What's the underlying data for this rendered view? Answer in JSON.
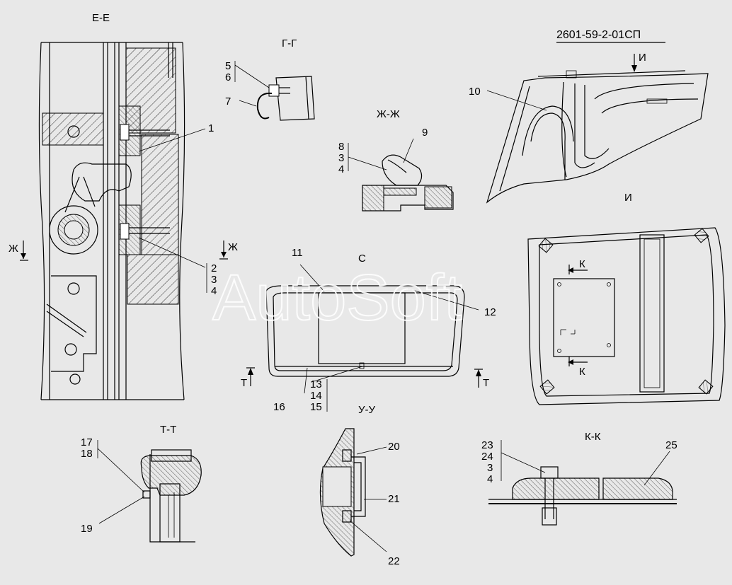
{
  "document_code": "2601-59-2-01СП",
  "watermark": "AutoSoft",
  "views": {
    "ee": "Е-Е",
    "gg": "Г-Г",
    "zhzh": "Ж-Ж",
    "c": "С",
    "i": "И",
    "tt": "Т-Т",
    "uu": "У-У",
    "kk": "К-К"
  },
  "section_markers": {
    "zh_left": "Ж",
    "zh_right": "Ж",
    "t_left": "Т",
    "t_right": "Т",
    "i_arrow": "И",
    "k_top": "К",
    "k_bottom": "К"
  },
  "callouts": {
    "c1": "1",
    "c2": "2",
    "c3a": "3",
    "c4a": "4",
    "c5": "5",
    "c6": "6",
    "c7": "7",
    "c8": "8",
    "c3b": "3",
    "c4b": "4",
    "c9": "9",
    "c10": "10",
    "c11": "11",
    "c12": "12",
    "c13": "13",
    "c14": "14",
    "c15": "15",
    "c16": "16",
    "c17": "17",
    "c18": "18",
    "c19": "19",
    "c20": "20",
    "c21": "21",
    "c22": "22",
    "c23": "23",
    "c24": "24",
    "c3c": "3",
    "c4c": "4",
    "c25": "25"
  }
}
